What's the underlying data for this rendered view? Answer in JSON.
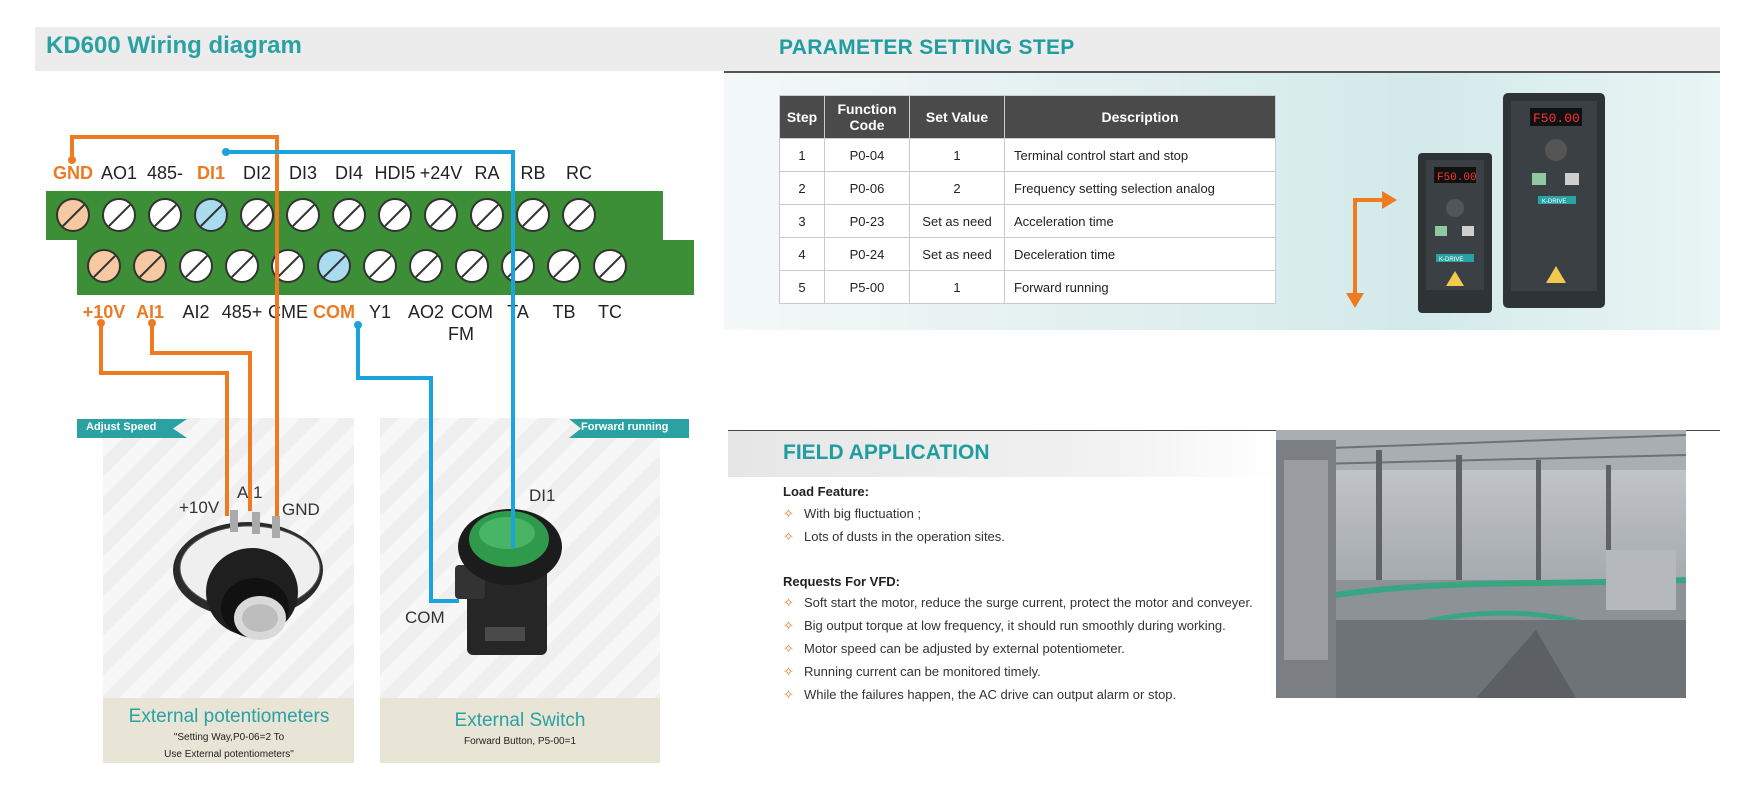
{
  "wiring": {
    "title": "KD600 Wiring diagram",
    "top_terminals": [
      "GND",
      "AO1",
      "485-",
      "DI1",
      "DI2",
      "DI3",
      "DI4",
      "HDI5",
      "+24V",
      "RA",
      "RB",
      "RC"
    ],
    "bottom_terminals": [
      "+10V",
      "AI1",
      "AI2",
      "485+",
      "CME",
      "COM",
      "Y1",
      "AO2",
      "COM",
      "TA",
      "TB",
      "TC"
    ],
    "bottom_extra": "FM",
    "highlight_orange": [
      "GND",
      "+10V",
      "AI1"
    ],
    "highlight_blue": [
      "DI1",
      "COM"
    ],
    "potentiometer": {
      "tag": "Adjust Speed",
      "labels": [
        "+10V",
        "AI1",
        "GND"
      ],
      "title": "External potentiometers",
      "sub1": "\"Setting Way,P0-06=2 To",
      "sub2": "Use External potentiometers\""
    },
    "switch": {
      "tag": "Forward running",
      "labels": [
        "DI1",
        "COM"
      ],
      "title": "External Switch",
      "sub": "Forward Button, P5-00=1"
    },
    "colors": {
      "orange": "#ee7a22",
      "blue": "#1ba4dc",
      "green": "#3c8f37",
      "teal": "#2aa2a3"
    }
  },
  "parameter": {
    "title": "PARAMETER SETTING STEP",
    "headers": [
      "Step",
      "Function Code",
      "Set Value",
      "Description"
    ],
    "rows": [
      [
        "1",
        "P0-04",
        "1",
        "Terminal control start and stop"
      ],
      [
        "2",
        "P0-06",
        "2",
        "Frequency setting selection analog"
      ],
      [
        "3",
        "P0-23",
        "Set as need",
        "Acceleration time"
      ],
      [
        "4",
        "P0-24",
        "Set as need",
        "Deceleration time"
      ],
      [
        "5",
        "P5-00",
        "1",
        "Forward running"
      ]
    ],
    "device_brand": "K-DRIVE",
    "device_display": "F50.00"
  },
  "field": {
    "title": "FIELD APPLICATION",
    "load_heading": "Load Feature:",
    "load_items": [
      "With big fluctuation ;",
      "Lots of dusts in the operation sites."
    ],
    "requests_heading": "Requests For VFD:",
    "requests_items": [
      "Soft start the motor, reduce the surge current, protect the motor and conveyer.",
      "Big output torque at low frequency, it should run smoothly during working.",
      "Motor speed can be adjusted by external potentiometer.",
      "Running current can be monitored timely.",
      "While the failures happen, the AC drive can output alarm or stop."
    ],
    "bullet_icon": "star-outline-icon"
  }
}
